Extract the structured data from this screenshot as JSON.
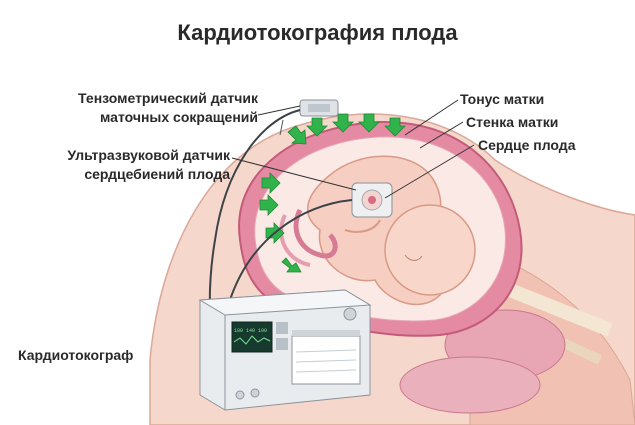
{
  "title": "Кардиотокография плода",
  "labels": {
    "tenso_line1": "Тензометрический датчик",
    "tenso_line2": "маточных сокращений",
    "ultra_line1": "Ультразвуковой датчик",
    "ultra_line2": "сердцебиений плода",
    "tone": "Тонус матки",
    "wall": "Стенка матки",
    "heart": "Сердце плода",
    "device": "Кардиотокограф"
  },
  "monitor": {
    "screen_readout": "180 140 100"
  },
  "colors": {
    "arrow_green": "#2fb34a",
    "skin": "#f2c7b7",
    "uterus_pink": "#e58aa3",
    "fetus": "#f6cfc2",
    "device_body": "#e9ecef",
    "screen": "#163a2e"
  }
}
